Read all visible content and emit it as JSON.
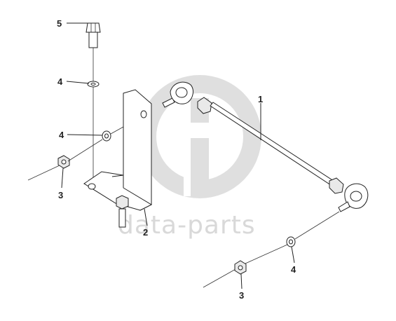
{
  "watermark": {
    "text": "data-parts",
    "color": "#d9d9d9"
  },
  "callouts": {
    "rod": "1",
    "bracket": "2",
    "nut_left": "3",
    "nut_right": "3",
    "washer_upper": "4",
    "washer_middle": "4",
    "washer_right": "4",
    "bolt": "5"
  },
  "colors": {
    "line": "#222222",
    "background": "#ffffff"
  }
}
